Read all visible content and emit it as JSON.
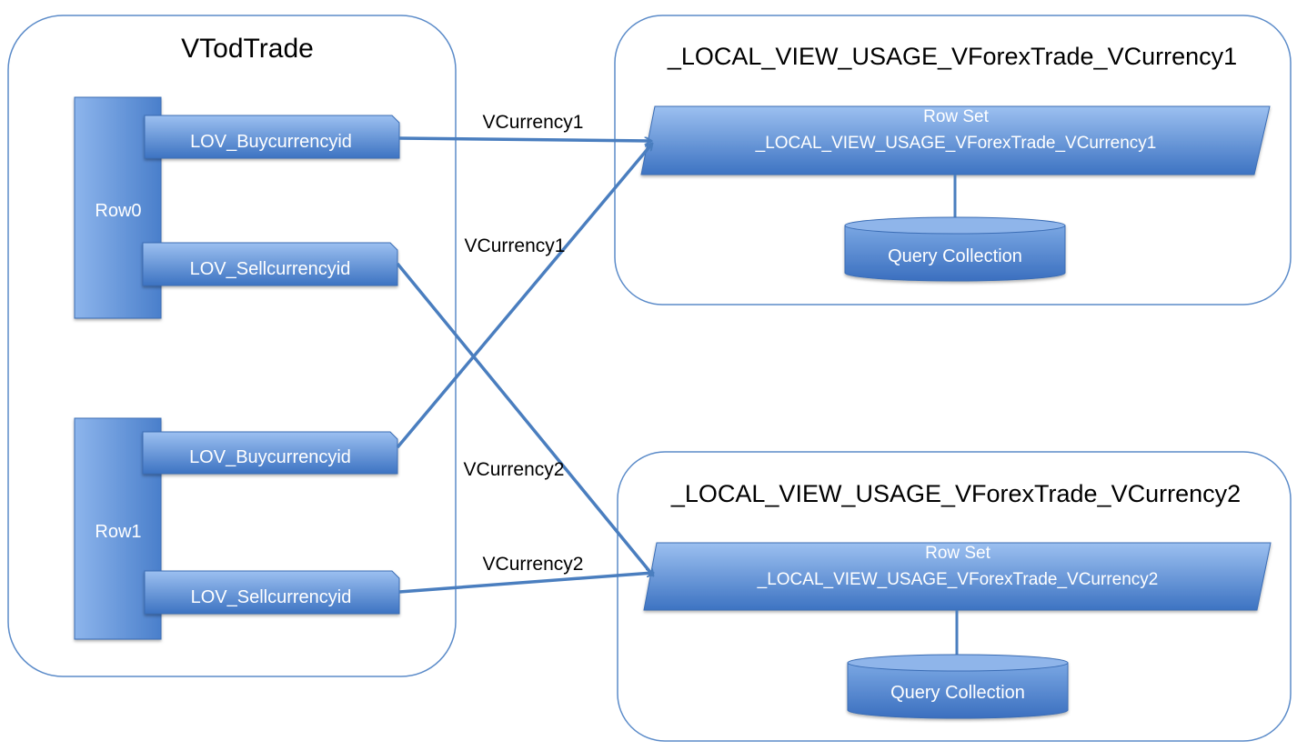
{
  "panels": {
    "source_title": "VTodTrade",
    "target1_title": "_LOCAL_VIEW_USAGE_VForexTrade_VCurrency1",
    "target2_title": "_LOCAL_VIEW_USAGE_VForexTrade_VCurrency2"
  },
  "rows": {
    "row0": "Row0",
    "row1": "Row1"
  },
  "attributes": {
    "row0_buy": "LOV_Buycurrencyid",
    "row0_sell": "LOV_Sellcurrencyid",
    "row1_buy": "LOV_Buycurrencyid",
    "row1_sell": "LOV_Sellcurrencyid"
  },
  "rowsets": {
    "rs1_line1": "Row Set",
    "rs1_line2": "_LOCAL_VIEW_USAGE_VForexTrade_VCurrency1",
    "rs2_line1": "Row Set",
    "rs2_line2": "_LOCAL_VIEW_USAGE_VForexTrade_VCurrency2"
  },
  "queries": {
    "qc1": "Query Collection",
    "qc2": "Query Collection"
  },
  "edges": {
    "e_row0_buy": "VCurrency1",
    "e_row1_buy": "VCurrency1",
    "e_row0_sell": "VCurrency2",
    "e_row1_sell": "VCurrency2"
  },
  "colors": {
    "panel_border": "#5b8bc9",
    "box_fill_light": "#8fb6ec",
    "box_fill_dark": "#3f77c6",
    "box_text": "#ffffff",
    "arrow": "#4a7ebf",
    "label_text": "#000000"
  }
}
